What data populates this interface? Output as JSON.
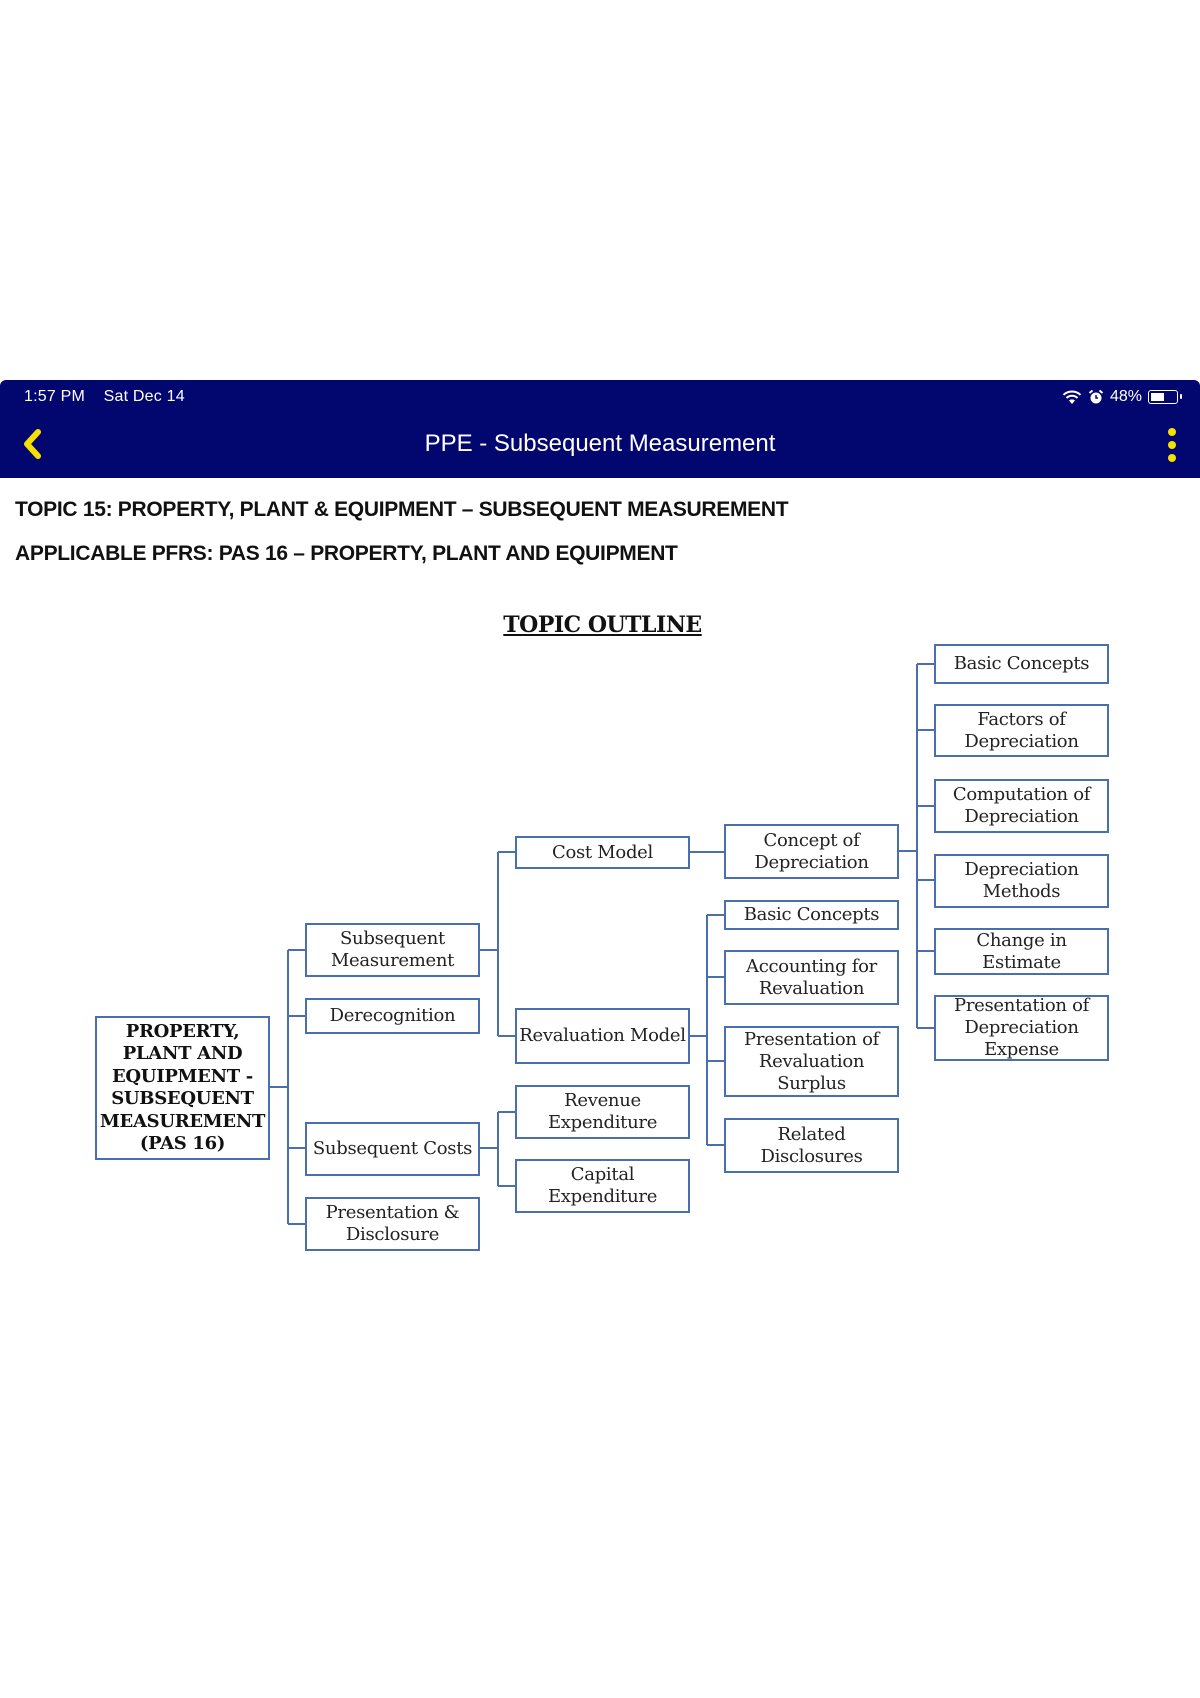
{
  "status_bar": {
    "time": "1:57 PM",
    "date": "Sat Dec 14",
    "battery": "48%",
    "icons": [
      "wifi-icon",
      "alarm-icon",
      "battery-icon"
    ]
  },
  "app_bar": {
    "title": "PPE - Subsequent Measurement",
    "back_icon": "chevron-left-icon",
    "menu_icon": "more-vertical-icon",
    "background": "#02066f",
    "accent": "#f4e100"
  },
  "document": {
    "topic": "TOPIC 15: PROPERTY, PLANT & EQUIPMENT – SUBSEQUENT MEASUREMENT",
    "applicable": "APPLICABLE PFRS: PAS 16 – PROPERTY, PLANT AND EQUIPMENT",
    "outline_title": "TOPIC OUTLINE"
  },
  "diagram": {
    "border_color": "#4a6eb0",
    "root": "PROPERTY,\nPLANT AND\nEQUIPMENT -\nSUBSEQUENT\nMEASUREMENT\n(PAS 16)",
    "level2": {
      "subsequent_measurement": "Subsequent\nMeasurement",
      "derecognition": "Derecognition",
      "subsequent_costs": "Subsequent Costs",
      "presentation_disclosure": "Presentation &\nDisclosure"
    },
    "level3": {
      "cost_model": "Cost Model",
      "revaluation_model": "Revaluation Model",
      "revenue_expenditure": "Revenue\nExpenditure",
      "capital_expenditure": "Capital\nExpenditure"
    },
    "level4": {
      "concept_of_depreciation": "Concept of\nDepreciation",
      "basic_concepts": "Basic Concepts",
      "accounting_for_revaluation": "Accounting for\nRevaluation",
      "presentation_revaluation_surplus": "Presentation of\nRevaluation\nSurplus",
      "related_disclosures": "Related\nDisclosures"
    },
    "level5": {
      "basic_concepts": "Basic Concepts",
      "factors_of_depreciation": "Factors of\nDepreciation",
      "computation_of_depreciation": "Computation of\nDepreciation",
      "depreciation_methods": "Depreciation\nMethods",
      "change_in_estimate": "Change in\nEstimate",
      "presentation_depreciation_expense": "Presentation of\nDepreciation\nExpense"
    }
  }
}
